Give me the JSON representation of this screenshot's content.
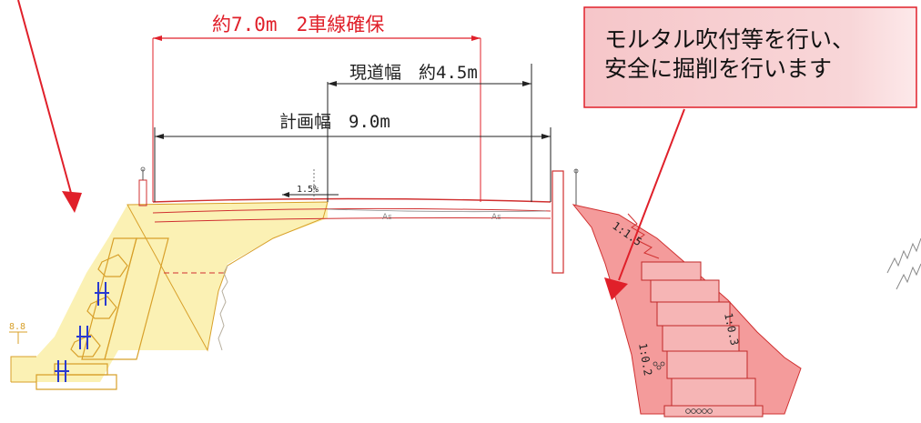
{
  "dimensions": {
    "top_red": "約7.0m　2車線確保",
    "existing": "現道幅　約4.5m",
    "planned": "計画幅　9.0m"
  },
  "callout": {
    "line1": "モルタル吹付等を行い、",
    "line2": "安全に掘削を行います"
  },
  "labels": {
    "crossfall": "1.5%",
    "pavement_left": "As",
    "pavement_right": "As",
    "slope_top": "1:1.5",
    "slope_left": "1:0.2",
    "slope_right": "1:0.3",
    "elevation": "8.8"
  },
  "colors": {
    "dimension_red": "#e0202a",
    "excavation_fill": "#f28a8a",
    "embankment_fill": "#fbf1b4",
    "callout_fill": "#f7c9cc",
    "line_dark": "#222222",
    "line_red": "#d03030",
    "line_blue": "#2a3ad0"
  }
}
